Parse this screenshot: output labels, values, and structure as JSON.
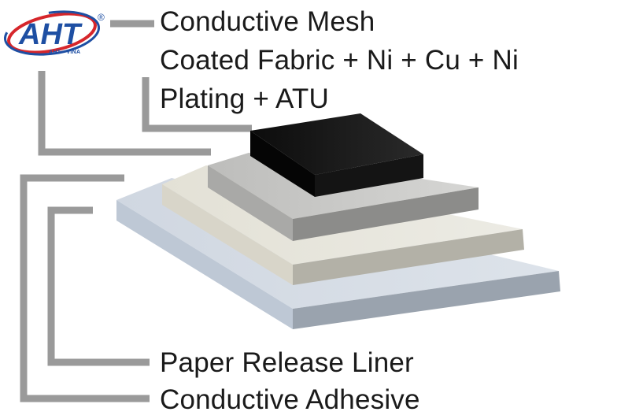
{
  "logo": {
    "text": "AHT",
    "subtext": "AHT - VINA",
    "registered": "®",
    "colors": {
      "primary": "#1e4fa3",
      "accent": "#d6262b"
    }
  },
  "labels": {
    "top_line1": "Conductive Mesh",
    "top_line2": "Coated Fabric + Ni + Cu + Ni",
    "top_line3": "Plating + ATU",
    "bottom_line1": "Paper Release Liner",
    "bottom_line2": "Conductive Adhesive"
  },
  "colors": {
    "leader": "#9a9a9a",
    "layer_mesh": "#1a1a1a",
    "layer_fabric": "#c8c8c6",
    "layer_adhesive": "#e7e5dc",
    "layer_liner": "#d5dbe4",
    "text": "#1a1a1a"
  }
}
